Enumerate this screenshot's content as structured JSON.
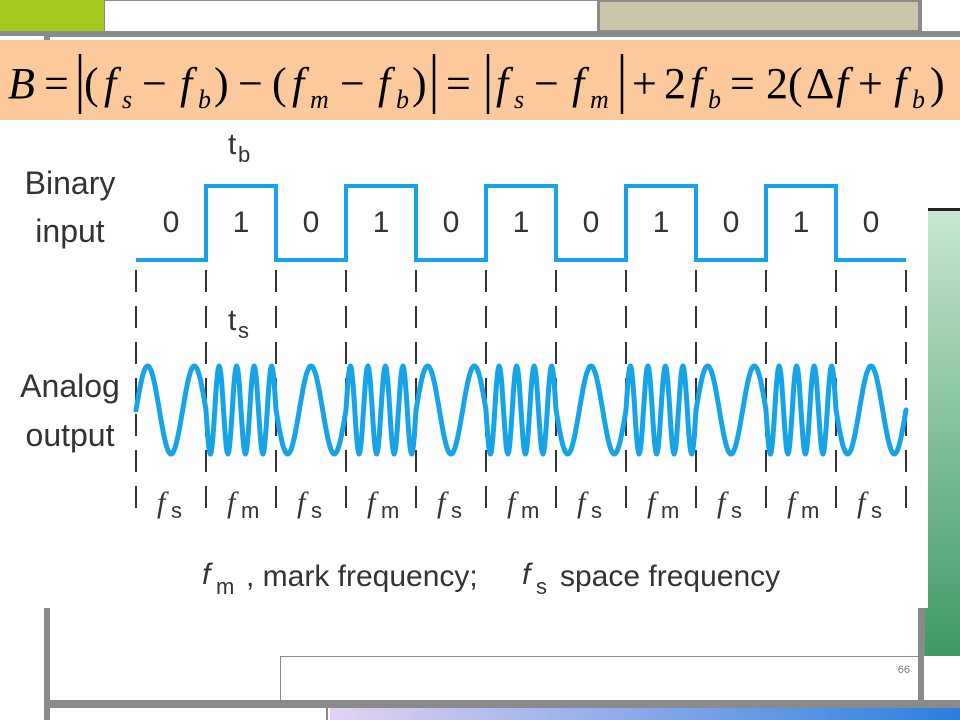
{
  "formula": {
    "lhs": "B",
    "text": "B = |(f_s − f_b) − (f_m − f_b)| = |f_s − f_m| + 2f_b = 2(Δf + f_b)"
  },
  "labels": {
    "tb": "t",
    "tb_sub": "b",
    "ts": "t",
    "ts_sub": "s",
    "binary_line1": "Binary",
    "binary_line2": "input",
    "analog_line1": "Analog",
    "analog_line2": "output"
  },
  "bits": [
    "0",
    "1",
    "0",
    "1",
    "0",
    "1",
    "0",
    "1",
    "0",
    "1",
    "0"
  ],
  "freq_labels": [
    "s",
    "m",
    "s",
    "m",
    "s",
    "m",
    "s",
    "m",
    "s",
    "m",
    "s"
  ],
  "freq_symbol": "f",
  "legend": {
    "fm_sub": "m",
    "mark_text": ", mark frequency;",
    "fs_sub": "s",
    "space_text": "space frequency"
  },
  "page_number": "66",
  "colors": {
    "waveform": "#16a3e8",
    "formula_band": "#fbc99c",
    "accent_green": "#a3c91f",
    "frame_gray": "#8a8a8a"
  }
}
